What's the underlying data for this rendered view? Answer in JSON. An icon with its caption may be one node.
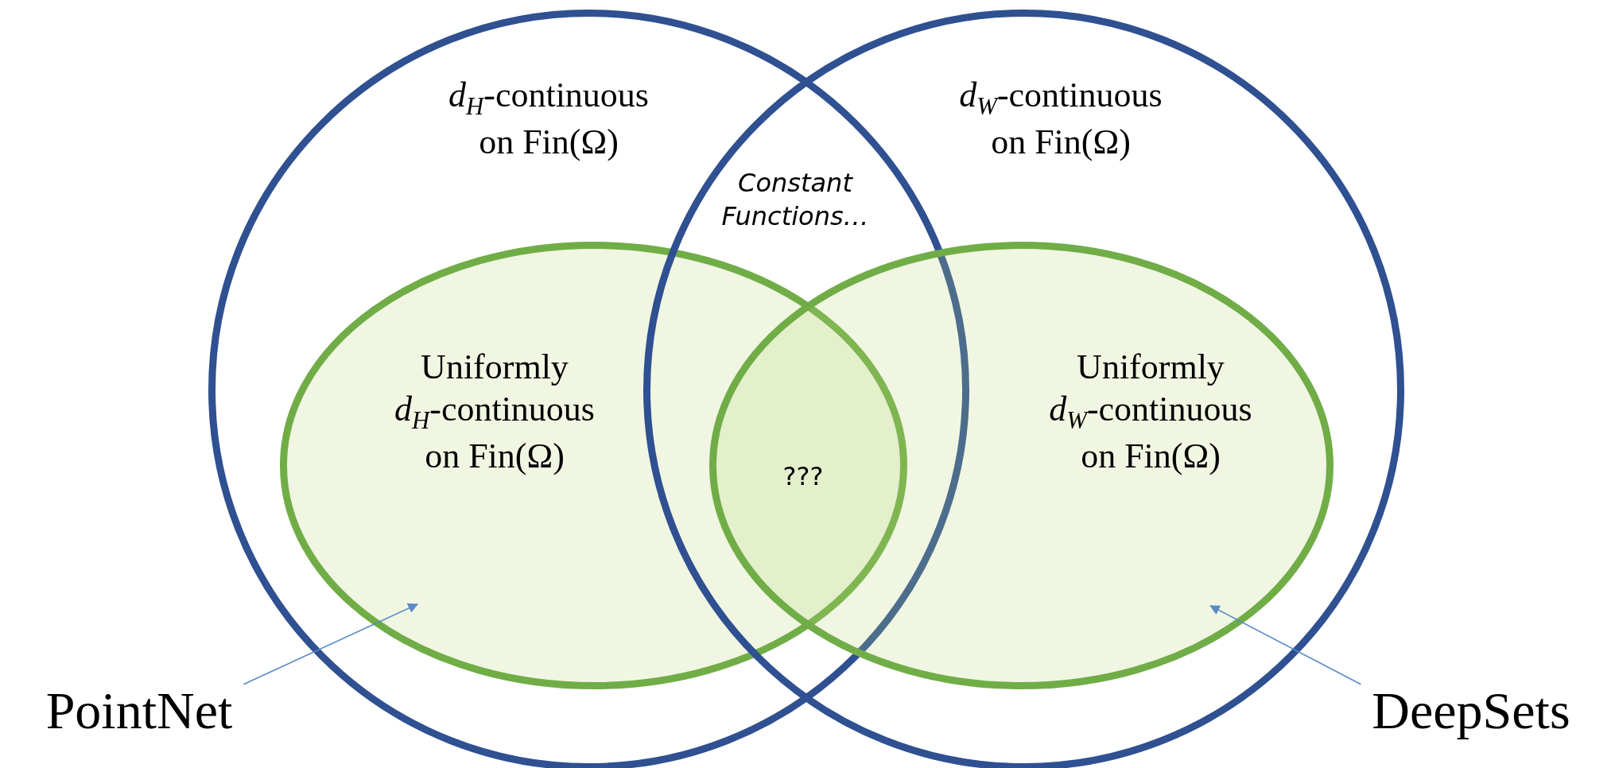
{
  "diagram": {
    "nodes": [
      {
        "text": [
          "*d*$_{H}$-continuous on Fin(Ω)"
        ]
      },
      {
        "text": [
          "*d*$_{W}$-continuous on Fin(Ω)"
        ]
      },
      {
        "text": [
          "Uniformly *d*$_{H}$-continuous on Fin(Ω)"
        ],
        "in": 0
      },
      {
        "text": [
          "Uniformly *d*$_{W}$-continuous on Fin(Ω)"
        ],
        "in": 1
      },
      {
        "text": [
          "PointNet"
        ]
      },
      {
        "text": [
          "DeepSets"
        ]
      }
    ],
    "edges": [
      {
        "from": 4,
        "to": 2,
        "arrow": "to",
        "color": "#5b8ac6"
      },
      {
        "from": 5,
        "to": 3,
        "arrow": "to",
        "color": "#5b8ac6"
      }
    ],
    "labels": [
      "Constant Functions…",
      "???"
    ]
  }
}
